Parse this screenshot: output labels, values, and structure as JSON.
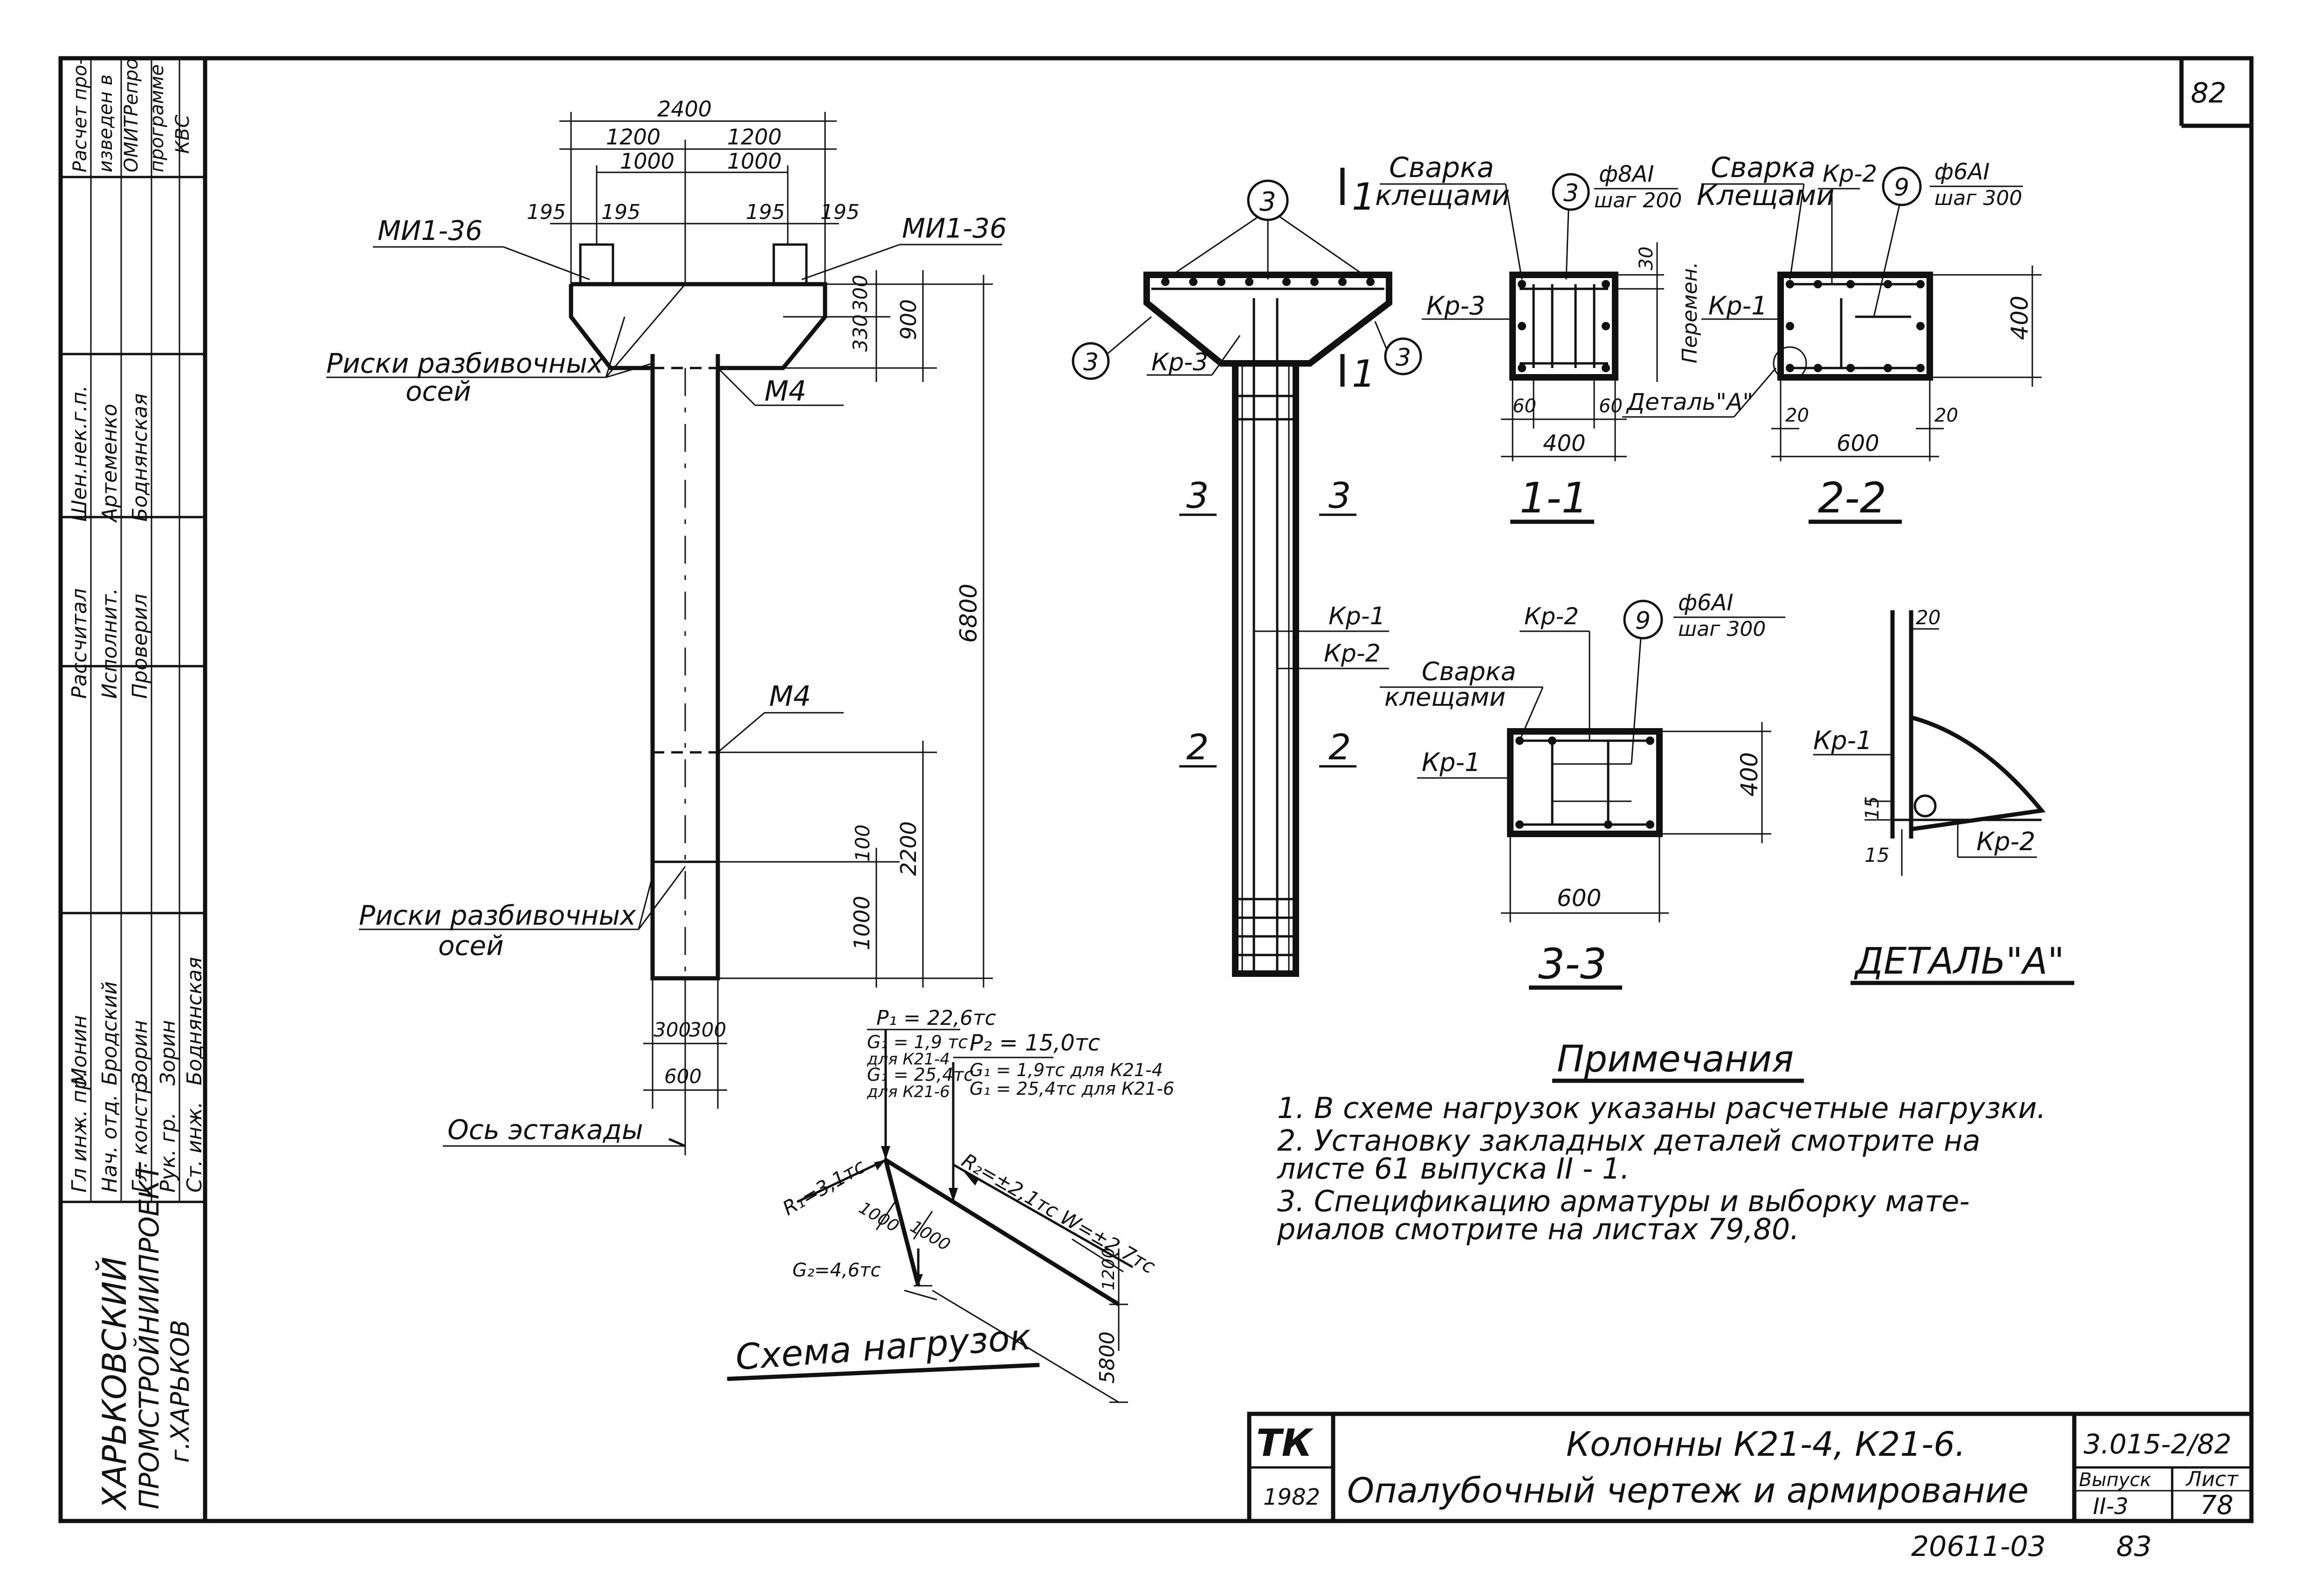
{
  "sheet": {
    "page_number": "82",
    "inventory": "20611-03",
    "inventory_page": "83"
  },
  "left_stamp": {
    "calc_note": [
      "Расчет про-",
      "изведен в",
      "ОМИТРепро",
      "программе",
      "КВС"
    ],
    "roles": [
      "Гл инж. пр.",
      "Нач. отд.",
      "Гл. констр.",
      "Рук. гр.",
      "Ст. инж."
    ],
    "names": [
      "Монин",
      "Бродский",
      "Зорин",
      "Зорин",
      "Боднянская"
    ],
    "roles2": [
      "Рассчитал",
      "Исполнит.",
      "Проверил"
    ],
    "names2": [
      "Шен.нек.г.п.",
      "Артеменко",
      "Боднянская"
    ],
    "org": [
      "ХАРЬКОВСКИЙ",
      "ПРОМСТРОЙНИИПРОЕКТ",
      "г.ХАРЬКОВ"
    ]
  },
  "elevation": {
    "dims_top": [
      "2400",
      "1200",
      "1200",
      "1000",
      "1000",
      "195",
      "195",
      "195",
      "195"
    ],
    "dims_right": [
      "330",
      "300",
      "900",
      "6800",
      "100",
      "2200",
      "1000"
    ],
    "dims_bottom": [
      "300",
      "300",
      "600"
    ],
    "label_mi_left": "МИ1-36",
    "label_mi_right": "МИ1-36",
    "label_risk_top": "Риски разбивочных",
    "label_risk_top2": "осей",
    "label_m4_top": "М4",
    "label_m4_mid": "М4",
    "label_risk_bottom": "Риски разбивочных",
    "label_risk_bottom2": "осей",
    "label_axis": "Ось эстакады"
  },
  "section_long": {
    "marker_1": "1",
    "marker_1b": "1",
    "marker_3a": "3",
    "marker_3b": "3",
    "marker_2a": "2",
    "marker_2b": "2",
    "circle_3": "3",
    "label_kp3": "Кр-3",
    "label_kp1": "Кр-1",
    "label_kp2": "Кр-2"
  },
  "section_11": {
    "weld": "Сварка",
    "weld2": "клещами",
    "circle": "3",
    "bar": "ф8АI",
    "step": "шаг 200",
    "label_kp3": "Кр-3",
    "perem": "Перемен.",
    "dims": [
      "30",
      "60",
      "60",
      "400"
    ],
    "detail": "Деталь\"А\"",
    "title": "1-1"
  },
  "section_22": {
    "weld": "Сварка",
    "weld2": "Клещами",
    "kp2": "Кр-2",
    "circle": "9",
    "bar": "ф6АI",
    "step": "шаг 300",
    "kp1": "Кр-1",
    "dims": [
      "400",
      "20",
      "20",
      "600"
    ],
    "title": "2-2"
  },
  "section_33": {
    "kp2": "Кр-2",
    "circle": "9",
    "bar": "ф6АI",
    "step": "шаг 300",
    "weld": "Сварка",
    "weld2": "клещами",
    "kp1": "Кр-1",
    "dims": [
      "400",
      "600"
    ],
    "title": "3-3"
  },
  "detail_a": {
    "dims": [
      "20",
      "15",
      "15"
    ],
    "kp1": "Кр-1",
    "kp2": "Кр-2",
    "title": "ДЕТАЛЬ\"А\""
  },
  "loads": {
    "p1": "P₁ = 22,6тс",
    "g1a": "G₁ = 1,9 тс",
    "g1a2": "для К21-4",
    "g1b": "G₁ = 25,4тс",
    "g1b2": "для К21-6",
    "p2": "P₂ = 15,0тс",
    "p2g1": "G₁ = 1,9тс для К21-4",
    "p2g2": "G₁ = 25,4тс для К21-6",
    "r1": "R₁=3,1тс",
    "r2": "R₂=±2,1тс  W=±2,7тс",
    "g2": "G₂=4,6тс",
    "dims": [
      "1000",
      "1000",
      "1200",
      "5800"
    ],
    "title": "Схема нагрузок"
  },
  "notes": {
    "title": "Примечания",
    "items": [
      "1. В схеме нагрузок указаны расчетные нагрузки.",
      "2. Установку закладных деталей  смотрите на",
      "    листе  61 выпуска  II - 1.",
      "3. Спецификацию арматуры и выборку мате-",
      "    риалов смотрите на листах  79,80."
    ]
  },
  "title_block": {
    "tk": "ТК",
    "year": "1982",
    "line1": "Колонны  К21-4, К21-6.",
    "line2": "Опалубочный чертеж и армирование",
    "code": "3.015-2/82",
    "issue_label": "Выпуск",
    "issue": "II-3",
    "sheet_label": "Лист",
    "sheet": "78"
  }
}
